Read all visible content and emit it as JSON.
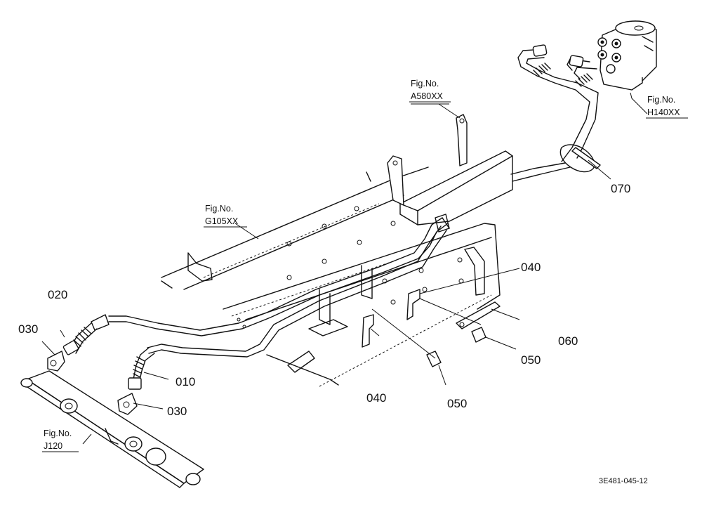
{
  "callouts": {
    "c010": "010",
    "c020": "020",
    "c030a": "030",
    "c030b": "030",
    "c040a": "040",
    "c040b": "040",
    "c050a": "050",
    "c050b": "050",
    "c060": "060",
    "c070": "070"
  },
  "fig_refs": {
    "a580": {
      "line1": "Fig.No.",
      "line2": "A580XX"
    },
    "h140": {
      "line1": "Fig.No.",
      "line2": "H140XX"
    },
    "g105": {
      "line1": "Fig.No.",
      "line2": "G105XX"
    },
    "j120": {
      "line1": "Fig.No.",
      "line2": "J120"
    }
  },
  "drawing_code": "3E481-045-12"
}
